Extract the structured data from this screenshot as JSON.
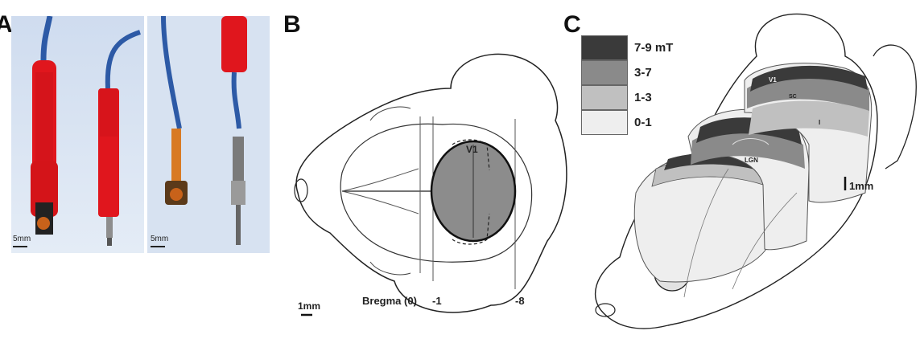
{
  "panels": {
    "a": {
      "letter": "A",
      "scale_left": "5mm",
      "scale_right": "5mm",
      "colors": {
        "background": "#c9d9ee",
        "plug": "#e0161d",
        "cable": "#2d5aa6",
        "coil": "#c8621a",
        "metal": "#8d8d8d"
      }
    },
    "b": {
      "letter": "B",
      "region_label": "V1",
      "bregma_label": "Bregma (0)",
      "tick_minus1": "-1",
      "tick_minus8": "-8",
      "scale_label": "1mm",
      "colors": {
        "coil_field": "#8c8c8c"
      }
    },
    "c": {
      "letter": "C",
      "legend": [
        {
          "label": "7-9 mT",
          "color": "#3a3a3a"
        },
        {
          "label": "3-7",
          "color": "#8a8a8a"
        },
        {
          "label": "1-3",
          "color": "#c0c0c0"
        },
        {
          "label": "0-1",
          "color": "#eeeeee"
        }
      ],
      "labels": {
        "v1": "V1",
        "sc": "SC",
        "i": "I",
        "lgn": "LGN"
      },
      "scale_label": "1mm"
    }
  }
}
